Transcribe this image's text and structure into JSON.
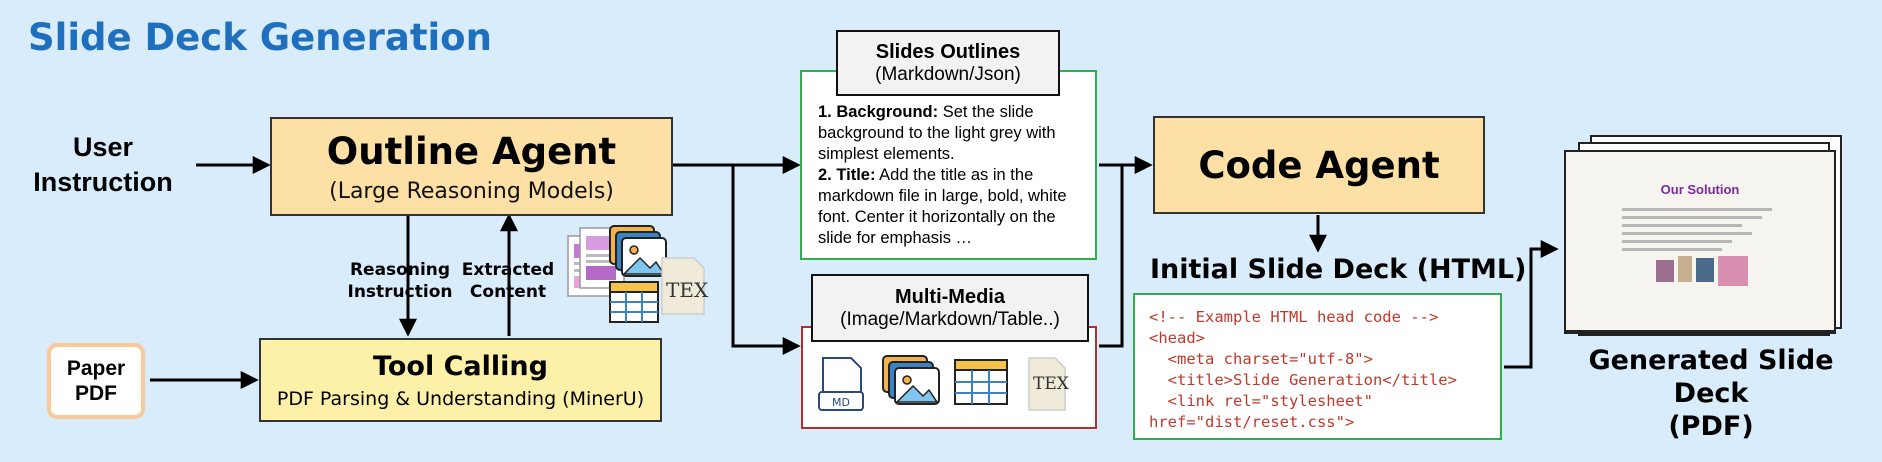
{
  "title": "Slide Deck Generation",
  "user_instruction": [
    "User",
    "Instruction"
  ],
  "outline_agent": {
    "title": "Outline Agent",
    "subtitle": "(Large Reasoning Models)"
  },
  "tool_calling": {
    "title": "Tool Calling",
    "subtitle": "PDF Parsing & Understanding (MinerU)"
  },
  "paper_pdf": [
    "Paper",
    "PDF"
  ],
  "reasoning_instruction": [
    "Reasoning",
    "Instruction"
  ],
  "extracted_content": [
    "Extracted",
    "Content"
  ],
  "slides_outlines": {
    "title": "Slides Outlines",
    "subtitle": "(Markdown/Json)",
    "items": [
      {
        "label": "1. Background:",
        "text": " Set the slide background to the light grey with simplest elements."
      },
      {
        "label": "2. Title:",
        "text": " Add the title as in the markdown file in large, bold, white font. Center it horizontally on the slide for emphasis …"
      }
    ]
  },
  "multi_media": {
    "title": "Multi-Media",
    "subtitle": "(Image/Markdown/Table..)"
  },
  "code_agent": {
    "title": "Code Agent"
  },
  "initial_deck_label": "Initial Slide Deck (HTML)",
  "code_lines": [
    "<!-- Example HTML head code -->",
    "<head>",
    "  <meta charset=\"utf-8\">",
    "  <title>Slide Generation</title>",
    "  <link rel=\"stylesheet\"",
    "href=\"dist/reset.css\">"
  ],
  "generated_deck": {
    "line1": "Generated Slide Deck",
    "line2": "(PDF)",
    "slide_title": "Our Solution"
  },
  "icons": {
    "documents": "documents-stack-icon",
    "image": "image-icon",
    "table": "table-icon",
    "tex": "tex-document-icon",
    "markdown": "markdown-document-icon"
  },
  "tex_glyph": "TEX",
  "md_glyph": "MD",
  "colors": {
    "background": "#d9ecfb",
    "title": "#1f6fbf",
    "agent_fill": "#fde0a6",
    "tool_fill": "#fdf0a8",
    "green_border": "#2fae4c",
    "red_border": "#b03030",
    "code_text": "#c0392b"
  }
}
